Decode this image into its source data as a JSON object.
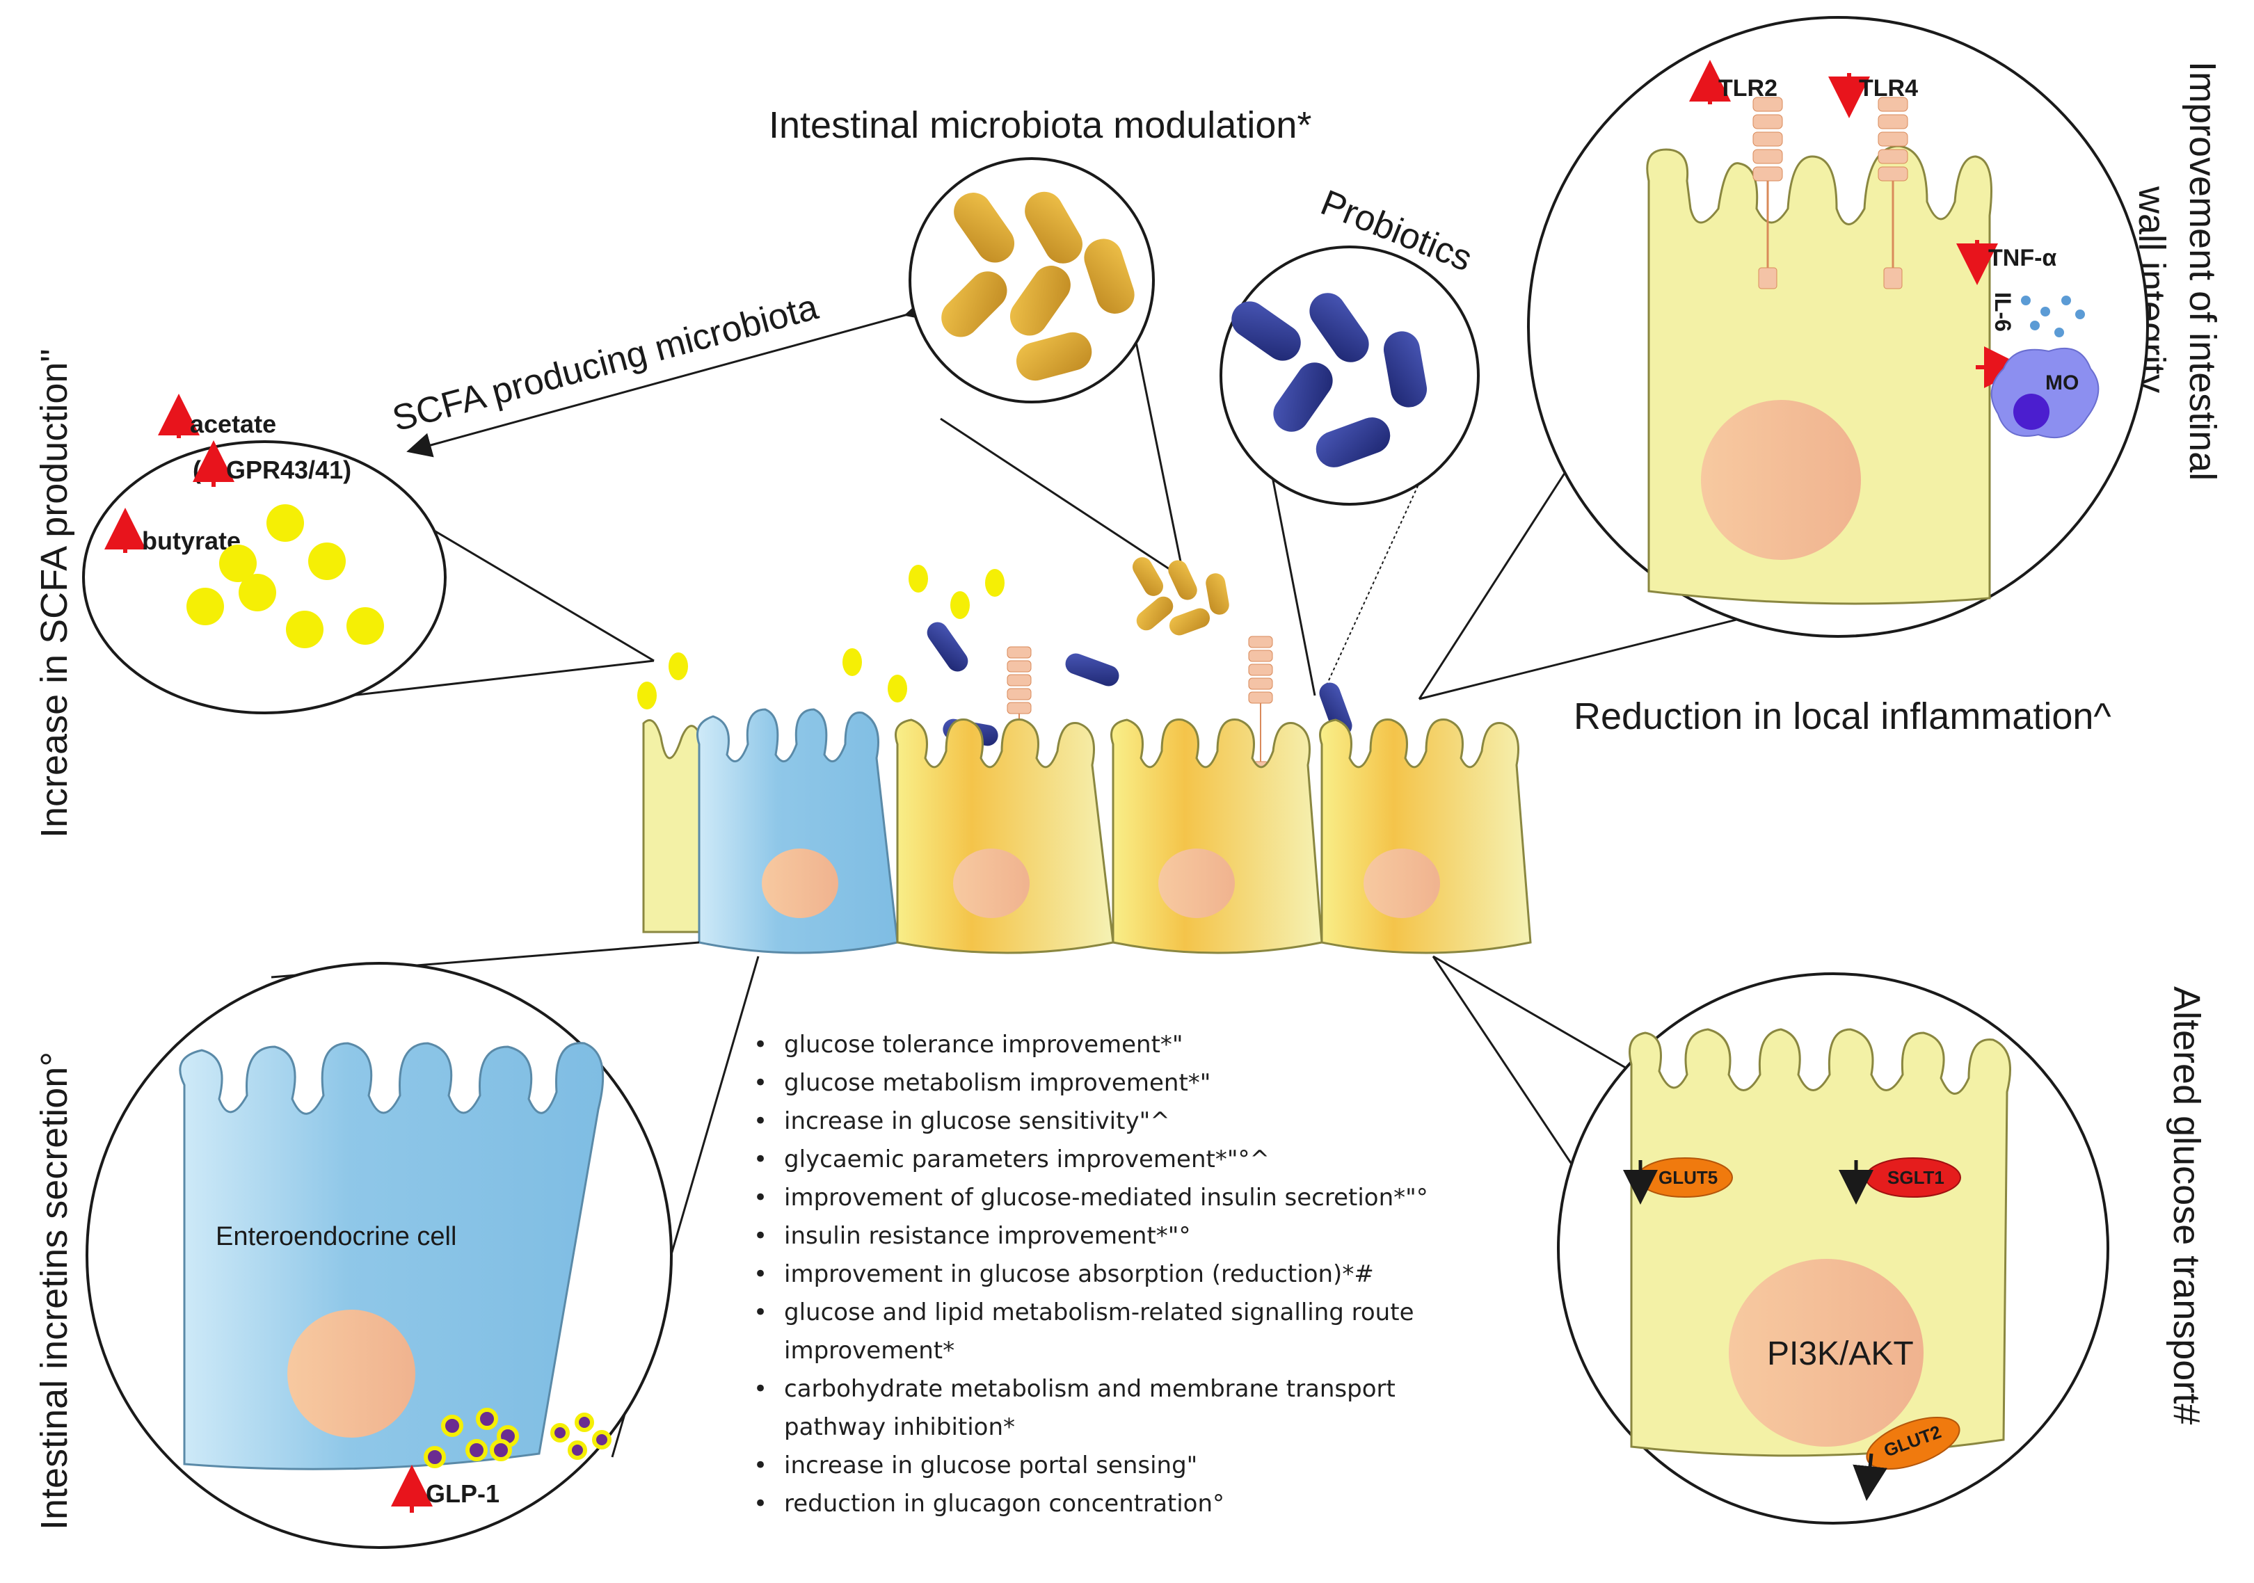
{
  "labels": {
    "microbiota_modulation": "Intestinal microbiota modulation*",
    "scfa_producing": "SCFA producing microbiota",
    "probiotics": "Probiotics",
    "wall_integrity_line1": "Improvement of intestinal",
    "wall_integrity_line2": "wall integrity",
    "scfa_production": "Increase in SCFA production\"",
    "local_inflammation": "Reduction in local inflammation^",
    "incretins_secretion": "Intestinal incretins secretion°",
    "glucose_transport": "Altered glucose transport#"
  },
  "scfa_circle": {
    "acetate": "acetate",
    "gpr_open": "(",
    "gpr": "GPR43/41)",
    "butyrate": "butyrate"
  },
  "inflammation_circle": {
    "tlr2": "TLR2",
    "tlr4": "TLR4",
    "tnf": "TNF-α",
    "il6": "IL-6",
    "mo": "MO"
  },
  "enteroendocrine_circle": {
    "cell_label": "Enteroendocrine cell",
    "glp1": "GLP-1"
  },
  "glucose_circle": {
    "glut5": "GLUT5",
    "sglt1": "SGLT1",
    "pathway": "PI3K/AKT",
    "glut2": "GLUT2"
  },
  "bullets": [
    "glucose tolerance improvement*\"",
    "glucose metabolism improvement*\"",
    "increase in glucose sensitivity\"^",
    "glycaemic parameters improvement*\"°^",
    "improvement of glucose-mediated insulin secretion*\"°",
    "insulin resistance improvement*\"°",
    "improvement in glucose absorption (reduction)*#",
    "glucose and lipid metabolism-related signalling route",
    "improvement*",
    "carbohydrate metabolism and membrane transport",
    "pathway inhibition*",
    "increase in glucose portal sensing\"",
    "reduction in glucagon concentration°"
  ],
  "colors": {
    "cell_yellow": "#f3f1a6",
    "cell_blue": "#9fcfea",
    "nucleus": "#f4c3a6",
    "scfa_yellow": "#f5ef05",
    "microbe_gold": "#d8a63a",
    "probiotic_blue": "#2e3a8c",
    "arrow_red": "#e8141c",
    "glut_orange": "#f07a0e",
    "sglt_red": "#e51d1d",
    "macrophage": "#8c8ff0"
  }
}
